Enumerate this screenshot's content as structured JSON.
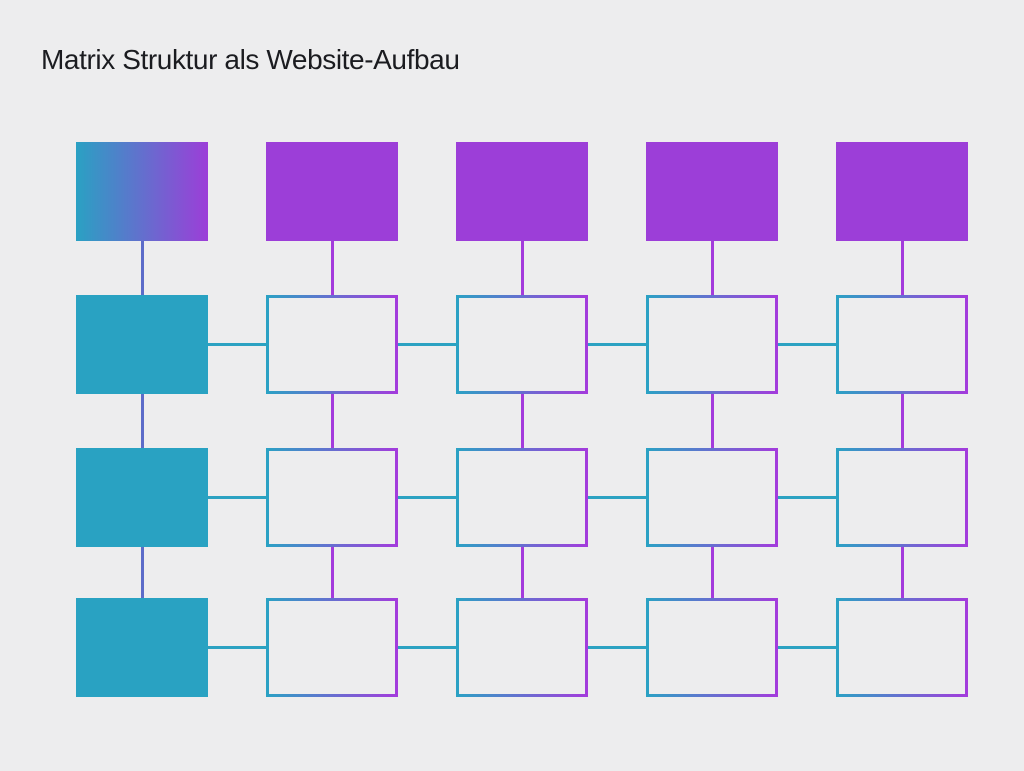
{
  "title": "Matrix Struktur als Website-Aufbau",
  "colors": {
    "background": "#EDEDEE",
    "title_text": "#1B1C20",
    "purple": "#9C3ED8",
    "teal": "#29A2C2",
    "gradient_start": "#2AA1C3",
    "gradient_end": "#9C3ED8",
    "outline_start": "#2AA2C4",
    "outline_end": "#A43BDC",
    "line_teal": "#2CA2C2",
    "line_purple": "#A43BDC",
    "line_blue": "#5C6CC9"
  },
  "grid": {
    "rows": 4,
    "cols": 5
  },
  "nodes": [
    {
      "row": 1,
      "col": 1,
      "style": "gradient"
    },
    {
      "row": 1,
      "col": 2,
      "style": "solid-purple"
    },
    {
      "row": 1,
      "col": 3,
      "style": "solid-purple"
    },
    {
      "row": 1,
      "col": 4,
      "style": "solid-purple"
    },
    {
      "row": 1,
      "col": 5,
      "style": "solid-purple"
    },
    {
      "row": 2,
      "col": 1,
      "style": "solid-teal"
    },
    {
      "row": 2,
      "col": 2,
      "style": "outlined"
    },
    {
      "row": 2,
      "col": 3,
      "style": "outlined"
    },
    {
      "row": 2,
      "col": 4,
      "style": "outlined"
    },
    {
      "row": 2,
      "col": 5,
      "style": "outlined"
    },
    {
      "row": 3,
      "col": 1,
      "style": "solid-teal"
    },
    {
      "row": 3,
      "col": 2,
      "style": "outlined"
    },
    {
      "row": 3,
      "col": 3,
      "style": "outlined"
    },
    {
      "row": 3,
      "col": 4,
      "style": "outlined"
    },
    {
      "row": 3,
      "col": 5,
      "style": "outlined"
    },
    {
      "row": 4,
      "col": 1,
      "style": "solid-teal"
    },
    {
      "row": 4,
      "col": 2,
      "style": "outlined"
    },
    {
      "row": 4,
      "col": 3,
      "style": "outlined"
    },
    {
      "row": 4,
      "col": 4,
      "style": "outlined"
    },
    {
      "row": 4,
      "col": 5,
      "style": "outlined"
    }
  ],
  "connectors": {
    "vertical": [
      {
        "col": 1,
        "from_row": 1,
        "to_row": 4,
        "color": "line_blue"
      },
      {
        "col": 2,
        "from_row": 1,
        "to_row": 4,
        "color": "line_purple"
      },
      {
        "col": 3,
        "from_row": 1,
        "to_row": 4,
        "color": "line_purple"
      },
      {
        "col": 4,
        "from_row": 1,
        "to_row": 4,
        "color": "line_purple"
      },
      {
        "col": 5,
        "from_row": 1,
        "to_row": 4,
        "color": "line_purple"
      }
    ],
    "horizontal": [
      {
        "row": 2,
        "from_col": 1,
        "to_col": 5,
        "color": "line_teal"
      },
      {
        "row": 3,
        "from_col": 1,
        "to_col": 5,
        "color": "line_teal"
      },
      {
        "row": 4,
        "from_col": 1,
        "to_col": 5,
        "color": "line_teal"
      }
    ]
  }
}
